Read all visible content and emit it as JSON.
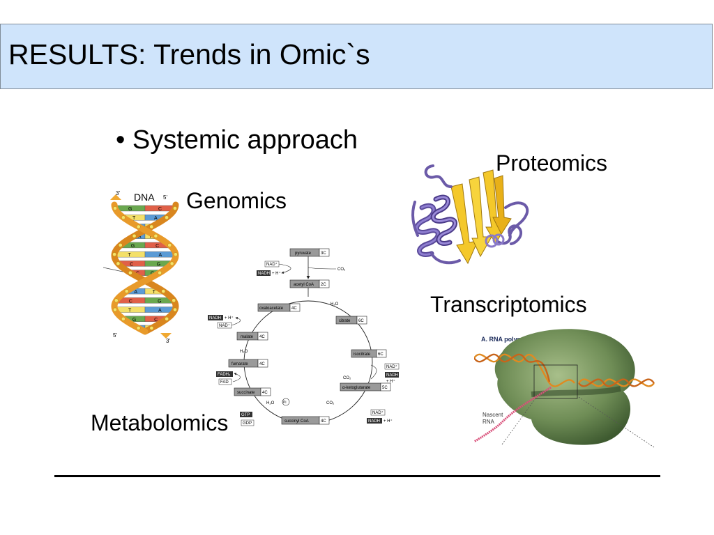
{
  "slide": {
    "title": "RESULTS: Trends in Omic`s",
    "bullet": "• Systemic approach"
  },
  "labels": {
    "genomics": "Genomics",
    "proteomics": "Proteomics",
    "transcriptomics": "Transcriptomics",
    "metabolomics": "Metabolomics"
  },
  "dna_figure": {
    "title": "DNA",
    "end_top_left": "3'",
    "end_top_right": "5'",
    "end_bottom_left": "5'",
    "end_bottom_right": "3'",
    "pairs": [
      [
        "G",
        "C"
      ],
      [
        "T",
        "A"
      ],
      [
        "A",
        "T"
      ],
      [
        "A",
        "T"
      ],
      [
        "G",
        "C"
      ],
      [
        "T",
        "A"
      ],
      [
        "C",
        "G"
      ],
      [
        "C",
        "G"
      ],
      [
        "C",
        "G"
      ],
      [
        "A",
        "T"
      ],
      [
        "C",
        "G"
      ],
      [
        "T",
        "A"
      ],
      [
        "G",
        "C"
      ],
      [
        "A",
        "T"
      ]
    ]
  },
  "krebs_cycle": {
    "nodes": {
      "pyruvate": "pyruvate",
      "pyruvate_c": "3C",
      "acetyl": "acetyl CoA",
      "acetyl_c": "2C",
      "oxaloacetate": "oxaloacetate",
      "oxaloacetate_c": "4C",
      "citrate": "citrate",
      "citrate_c": "6C",
      "malate": "malate",
      "malate_c": "4C",
      "isocitrate": "isocitrate",
      "isocitrate_c": "6C",
      "fumarate": "fumarate",
      "fumarate_c": "4C",
      "ketoglutarate": "α-ketoglutarate",
      "ketoglutarate_c": "5C",
      "succinate": "succinate",
      "succinate_c": "4C",
      "succinylcoa": "succinyl CoA",
      "succinylcoa_c": "4C"
    },
    "cofactors": {
      "nad": "NAD⁺",
      "nadh": "NADH",
      "h_plus": "+ H⁺",
      "co2": "CO₂",
      "h2o": "H₂O",
      "fadh2": "FADH₂",
      "fad": "FAD",
      "gtp": "GTP",
      "gdp": "GDP",
      "pi": "Pi"
    }
  },
  "rna_figure": {
    "title": "A. RNA polymerase",
    "nascent": "Nascent",
    "rna": "RNA"
  }
}
